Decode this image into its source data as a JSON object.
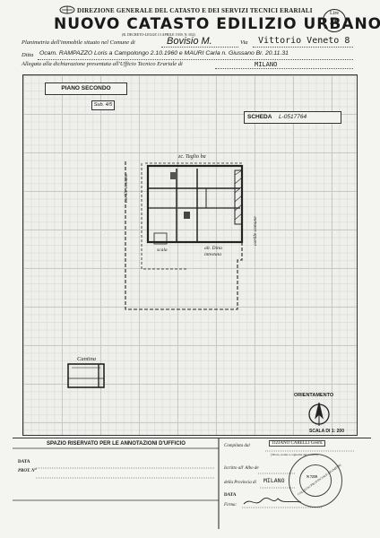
{
  "header": {
    "ministry": "DIREZIONE GENERALE DEL CATASTO E DEI SERVIZI TECNICI ERARIALI",
    "title": "NUOVO CATASTO EDILIZIO URBANO",
    "law": "(R. DECRETO-LEGGE 13 APRILE 1939, N. 652)",
    "lire_label": "Lire",
    "lire_value": "20"
  },
  "form": {
    "planimetria_label": "Planimetria dell'immobile situato nel Comune di",
    "comune": "Bovisio M.",
    "via_label": "Via",
    "via": "Vittorio Veneto 8",
    "ditta_label": "Ditta",
    "ditta": "Ocam. RAMPAZZO Loris a Campolongo 2.10.1960 e MAURI Carla n. Giussano Br. 20.11.31",
    "allegata_label": "Allegata alla dichiarazione presentata all'Ufficio Tecnico Erariale di",
    "ufficio": "MILANO"
  },
  "plan": {
    "piano": "PIANO SECONDO",
    "scheda_label": "SCHEDA",
    "scheda_value": "L-0517764",
    "sub": "Sub. 4/5",
    "via_label": "zc. Taglio ba",
    "cortile_left": "cortile comune",
    "scala": "scala",
    "altra_ditta": "alt. Ditta intestata",
    "cortile_right": "cortile comune",
    "cantina": "Cantina",
    "orientamento": "ORIENTAMENTO",
    "scala_label": "SCALA DI 1: 200"
  },
  "bottom": {
    "spazio": "SPAZIO RISERVATO PER LE ANNOTAZIONI D'UFFICIO",
    "data_label": "DATA",
    "prot_label": "PROT. N°",
    "compilata_label": "Compilata dal",
    "compilata_name": "TIZIANO CARELLI Geom.",
    "titolo_note": "(Titolo, nome e cognome del tecnico)",
    "iscritto_label": "Iscritto all' Albo de",
    "provincia_label": "della Provincia di",
    "provincia": "MILANO",
    "data2_label": "DATA",
    "firma_label": "Firma:",
    "stamp_text": "COLLEGIO PROVINCIALE GEOMETRI",
    "stamp_num": "N 7259"
  },
  "colors": {
    "ink": "#1a1a1a",
    "paper": "#f4f4f1",
    "grid": "#c8c8c4"
  }
}
